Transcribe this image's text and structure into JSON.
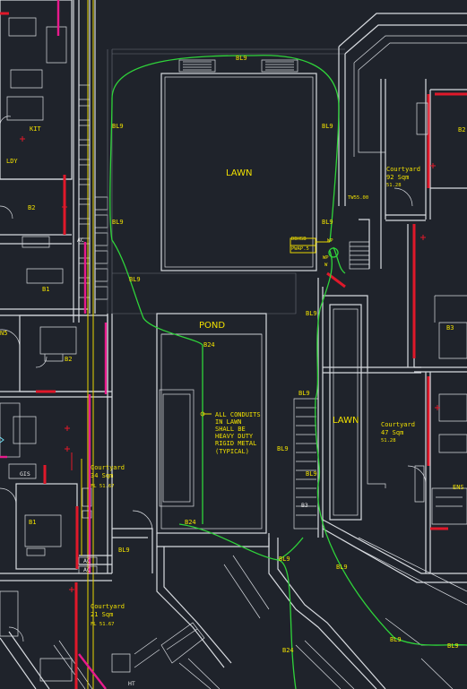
{
  "drawing": {
    "background": "#1f232b",
    "colors": {
      "walls": "#d8dbe0",
      "conduit": "#2fd43a",
      "labels": "#f0e000",
      "red_wall": "#e0182a",
      "magenta_wall": "#e81a8c"
    }
  },
  "rooms": {
    "kit": "KIT",
    "ldy": "LDY",
    "b2_top": "B2",
    "b1_left": "B1",
    "n5": "N5",
    "b2_mid": "B2",
    "b1_bottom": "B1",
    "b2_right": "B2",
    "b3_right": "B3",
    "ens": "ENS"
  },
  "areas": {
    "lawn_main": "LAWN",
    "pond": "POND",
    "lawn_lower": "LAWN"
  },
  "courtyards": {
    "c92": {
      "name": "Courtyard",
      "area": "92 Sqm",
      "level": "51.28"
    },
    "c47": {
      "name": "Courtyard",
      "area": "47 Sqm",
      "level": "51.28"
    },
    "c34": {
      "name": "Courtyard",
      "area": "34 Sqm",
      "level": "FL 51.67"
    },
    "c21": {
      "name": "Courtyard",
      "area": "21 Sqm",
      "level": "FL 51.67"
    }
  },
  "equipment": {
    "ts": "TW55.00",
    "dbhsb": "DBHSB",
    "pwap": "PWAP.5",
    "wp1": "WP",
    "wp2": "WP",
    "w": "W",
    "ac1": "AC",
    "ac2": "AC",
    "ac3": "AC",
    "b3_mark": "B3",
    "gis": "GIS",
    "ht": "HT"
  },
  "conduits": {
    "bl9_a": "BL9",
    "bl9_b": "BL9",
    "bl9_c": "BL9",
    "bl9_d": "BL9",
    "bl9_e": "BL9",
    "bl9_f": "BL9",
    "bl9_g": "BL9",
    "bl9_h": "BL9",
    "bl9_i": "BL9",
    "bl9_j": "BL9",
    "bl9_k": "BL9",
    "bl9_l": "BL9",
    "bl9_m": "BL9",
    "bl9_n": "BL9",
    "bl9_o": "BL9",
    "b24_a": "B24",
    "b24_b": "B24",
    "b24_c": "B24"
  },
  "note": {
    "line1": "ALL CONDUITS",
    "line2": "IN LAWN",
    "line3": "SHALL BE",
    "line4": "HEAVY DUTY",
    "line5": "RIGID METAL",
    "line6": "(TYPICAL)"
  }
}
